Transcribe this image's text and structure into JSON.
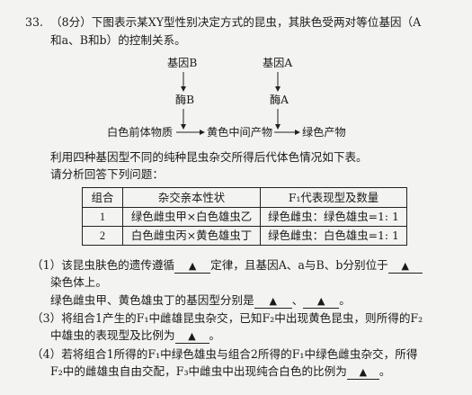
{
  "question": {
    "number": "33.",
    "line1": "（8分）下图表示某XY型性别决定方式的昆虫，其肤色受两对等位基因（A",
    "line2": "和a、B和b）的控制关系。"
  },
  "diagram": {
    "gene_b": "基因B",
    "gene_a": "基因A",
    "enzyme_b": "酶B",
    "enzyme_a": "酶A",
    "white_precursor": "白色前体物质",
    "yellow_intermediate": "黄色中间产物",
    "green_product": "绿色产物"
  },
  "intro": {
    "line1": "利用四种基因型不同的纯种昆虫杂交所得后代体色情况如下表。",
    "line2": "请分析回答下列问题："
  },
  "table": {
    "headers": [
      "组合",
      "杂交亲本性状",
      "F₁代表现型及数量"
    ],
    "rows": [
      [
        "1",
        "绿色雌虫甲×白色雄虫乙",
        "绿色雌虫：绿色雄虫=1: 1"
      ],
      [
        "2",
        "白色雌虫丙×黄色雄虫丁",
        "绿色雌虫：白色雄虫=1: 1"
      ]
    ]
  },
  "questions": {
    "q1_a": "（1）该昆虫肤色的遗传遵循",
    "q1_b": "定律，且基因A、a与B、b分别位于",
    "q1_c": "染色体上。",
    "q2_a": "绿色雌虫甲、黄色雄虫丁的基因型分别是",
    "q2_sep": "、",
    "q2_end": "。",
    "q3_a": "（3）将组合1产生的F₁中雌雄昆虫杂交，已知F₂中出现黄色昆虫，则所得的F₂",
    "q3_b": "中雄虫的表现型及比例为",
    "q3_end": "。",
    "q4_a": "（4）若将组合1所得的F₁中绿色雄虫与组合2所得的F₁中绿色雌虫杂交，所得",
    "q4_b": "F₂中的雌雄虫自由交配，F₃中雌虫中出现纯合白色的比例为",
    "q4_end": "。"
  },
  "blank_mark": "▲"
}
